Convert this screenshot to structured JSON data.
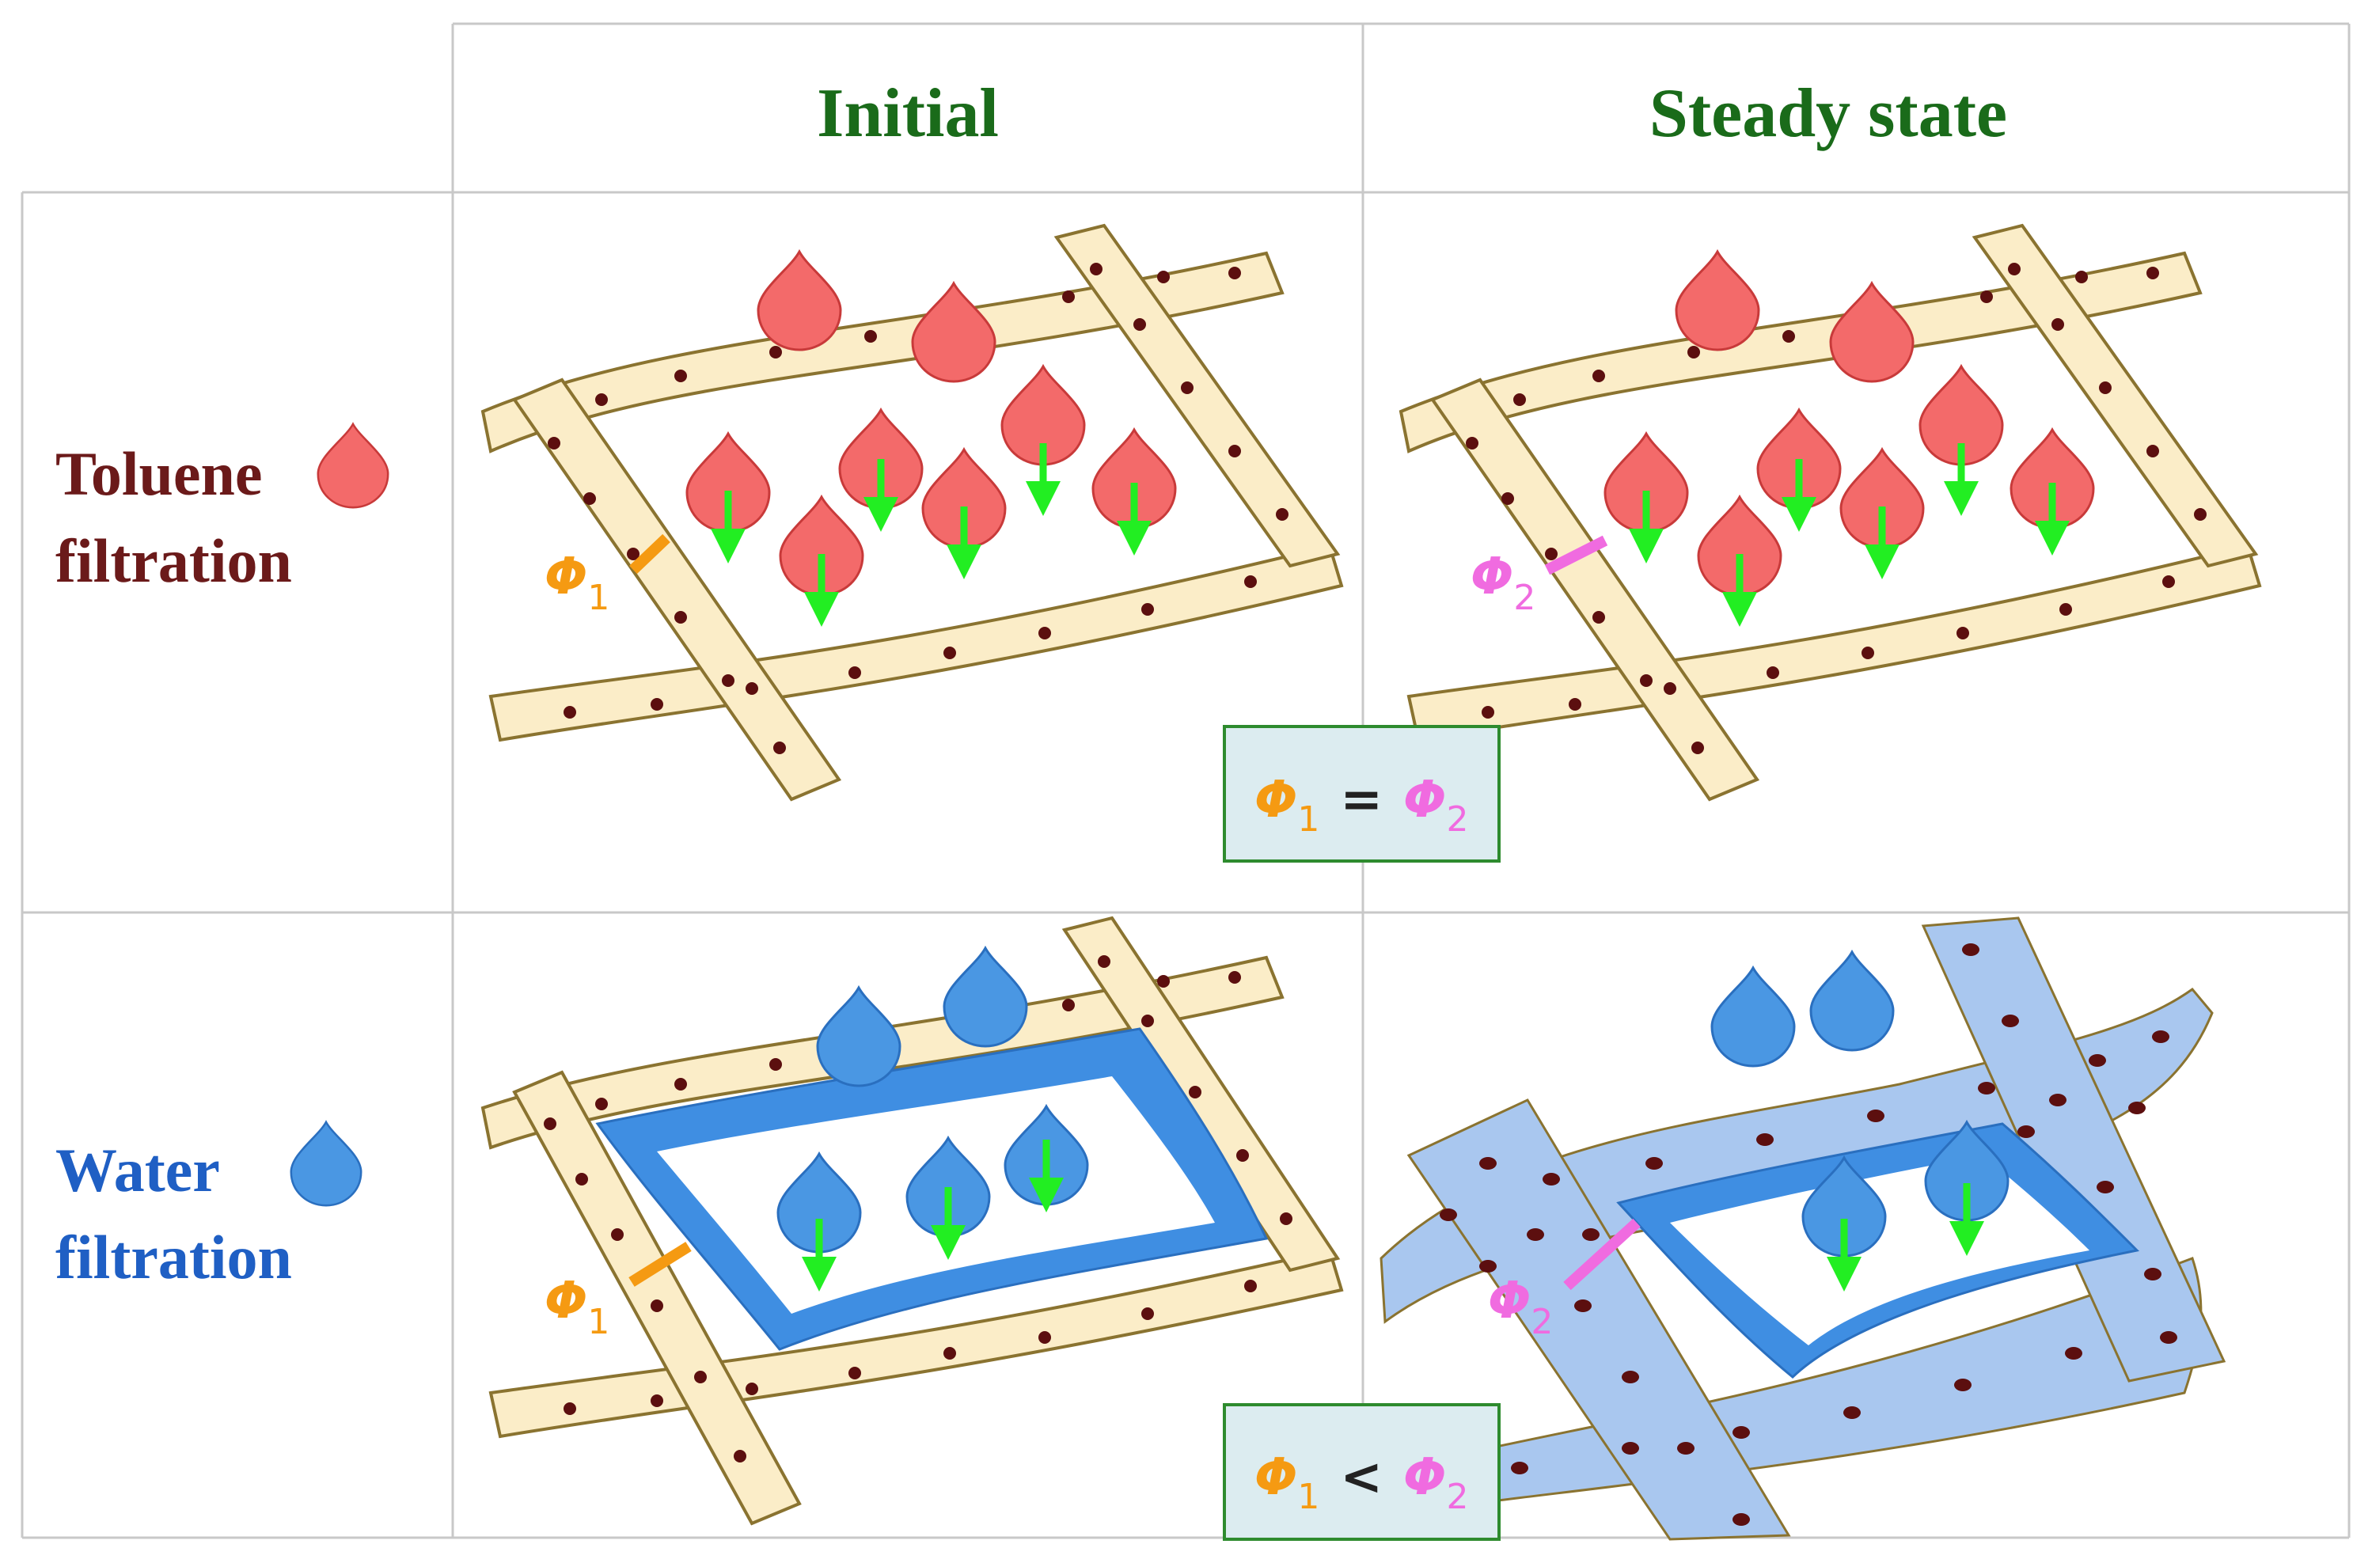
{
  "headers": {
    "initial": "Initial",
    "steady": "Steady state"
  },
  "rows": {
    "toluene": {
      "line1": "Toluene",
      "line2": "filtration"
    },
    "water": {
      "line1": "Water",
      "line2": "filtration"
    }
  },
  "labels": {
    "phi": "Φ",
    "sub1": "1",
    "sub2": "2",
    "eq": "=",
    "lt": "<"
  },
  "colors": {
    "header_green": "#1a6b1a",
    "toluene_text": "#6b1a1a",
    "water_text": "#1f5fc4",
    "fiber_fill": "#fbedc8",
    "fiber_edge": "#8a7330",
    "dot": "#5c0f0f",
    "toluene_drop": "#f36a6a",
    "water_drop": "#4a97e3",
    "swollen_fiber": "#a9c7ef",
    "water_film": "#3f8ee2",
    "arrow": "#22ee22",
    "phi1": "#f59a12",
    "phi2": "#f06be0",
    "box_fill": "#dcecf0",
    "box_edge": "#2e8b2e"
  }
}
